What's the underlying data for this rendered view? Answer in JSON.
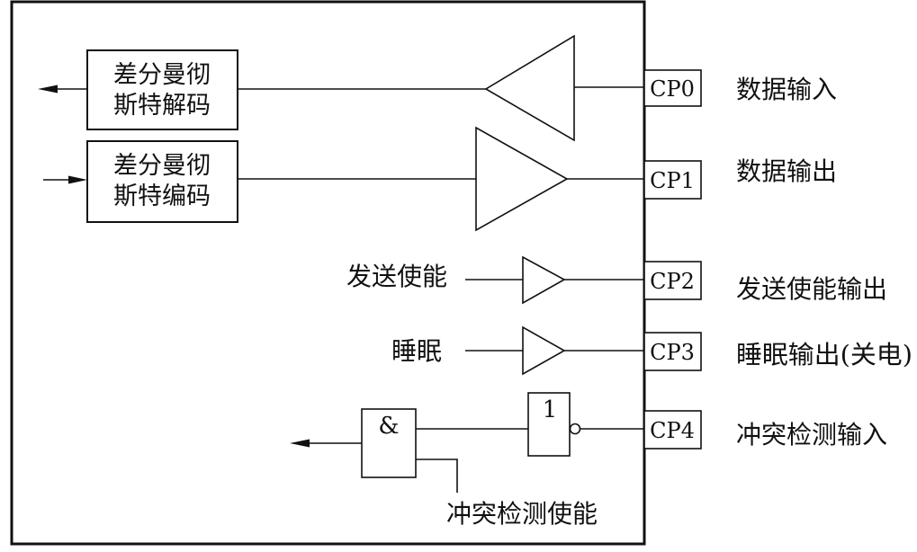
{
  "blocks": {
    "decoder_line1": "差分曼彻",
    "decoder_line2": "斯特解码",
    "encoder_line1": "差分曼彻",
    "encoder_line2": "斯特编码"
  },
  "pins": {
    "cp0": "CP0",
    "cp1": "CP1",
    "cp2": "CP2",
    "cp3": "CP3",
    "cp4": "CP4"
  },
  "external_labels": {
    "cp0": "数据输入",
    "cp1": "数据输出",
    "cp2": "发送使能输出",
    "cp3": "睡眠输出(关电)",
    "cp4": "冲突检测输入"
  },
  "internal_labels": {
    "tx_enable": "发送使能",
    "sleep": "睡眠",
    "collision_enable": "冲突检测使能"
  },
  "gates": {
    "and_symbol": "&",
    "not_symbol": "1"
  }
}
